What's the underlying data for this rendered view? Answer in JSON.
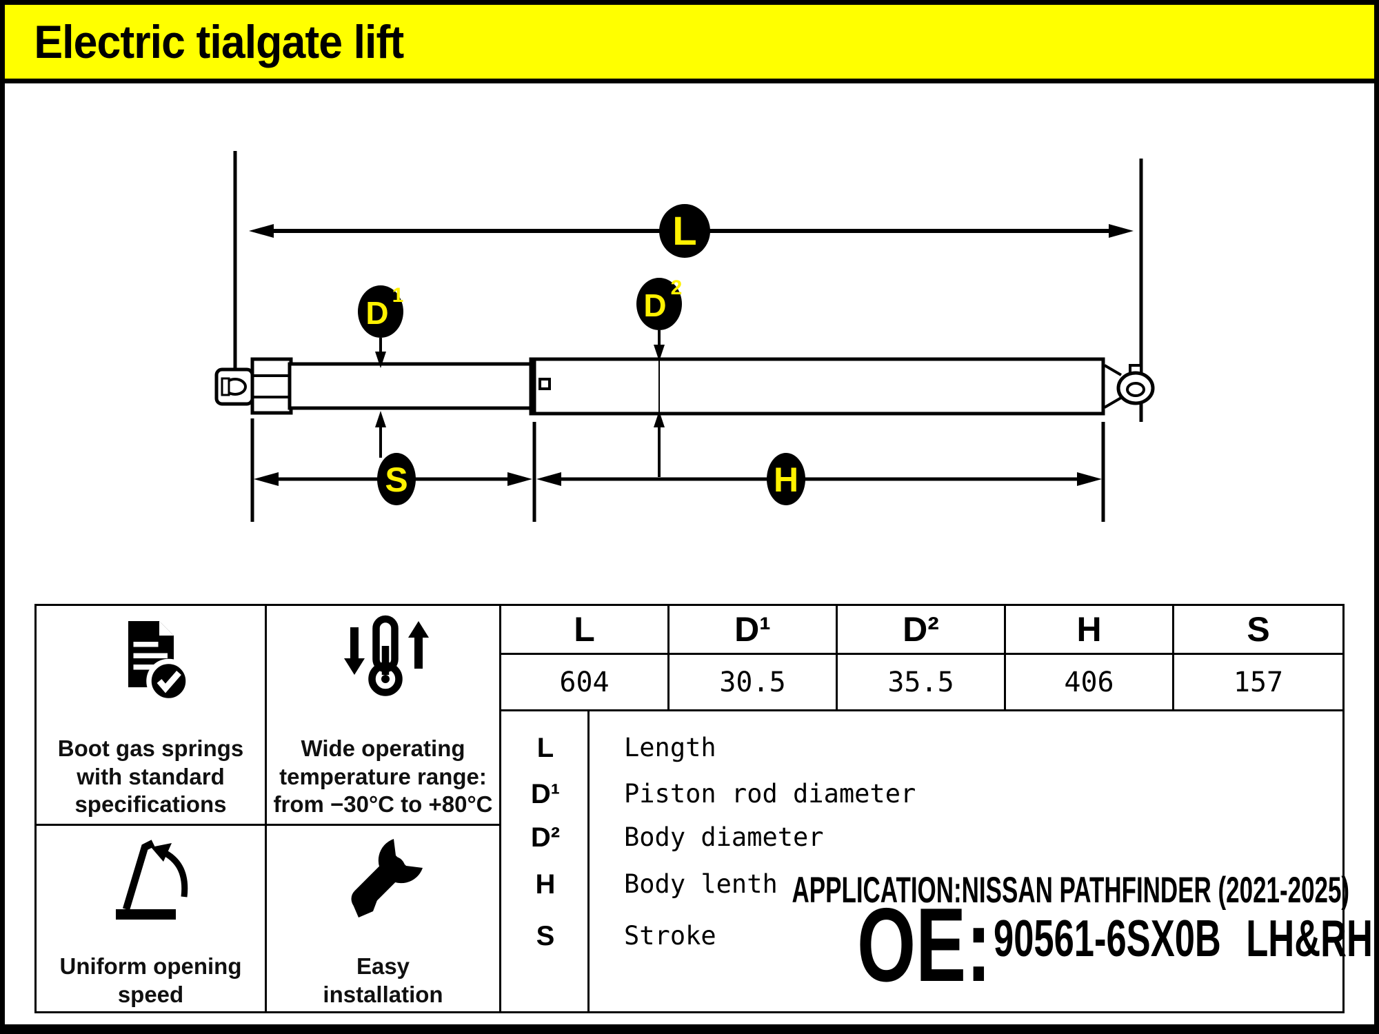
{
  "title": "Electric tialgate lift",
  "colors": {
    "title_background": "#FFFF00",
    "badge_fill": "#000000",
    "badge_text": "#FFF100",
    "ink": "#000000"
  },
  "diagram": {
    "badges": {
      "length": {
        "text": "L"
      },
      "rod_diameter": {
        "base": "D",
        "sup": "1"
      },
      "body_diameter": {
        "base": "D",
        "sup": "2"
      },
      "stroke": {
        "text": "S"
      },
      "body_length": {
        "text": "H"
      }
    }
  },
  "features": [
    {
      "icon": "document-check-icon",
      "lines": [
        "Boot gas springs",
        "with standard",
        "specifications"
      ]
    },
    {
      "icon": "thermometer-range-icon",
      "lines": [
        "Wide operating",
        "temperature range:",
        "from −30°C to +80°C"
      ]
    },
    {
      "icon": "opening-speed-icon",
      "lines": [
        "Uniform opening",
        "speed"
      ]
    },
    {
      "icon": "wrench-icon",
      "lines": [
        "Easy",
        "installation"
      ]
    }
  ],
  "spec_table": {
    "headers": [
      "L",
      "D¹",
      "D²",
      "H",
      "S"
    ],
    "values": [
      "604",
      "30.5",
      "35.5",
      "406",
      "157"
    ]
  },
  "legend": [
    {
      "symbol": "L",
      "label": "Length"
    },
    {
      "symbol": "D¹",
      "label": "Piston rod diameter"
    },
    {
      "symbol": "D²",
      "label": "Body diameter"
    },
    {
      "symbol": "H",
      "label": "Body lenth"
    },
    {
      "symbol": "S",
      "label": "Stroke"
    }
  ],
  "application": "APPLICATION:NISSAN PATHFINDER (2021-2025)",
  "oe": {
    "label": "OE:",
    "number": "90561-6SX0B",
    "variant": "LH&RH"
  }
}
